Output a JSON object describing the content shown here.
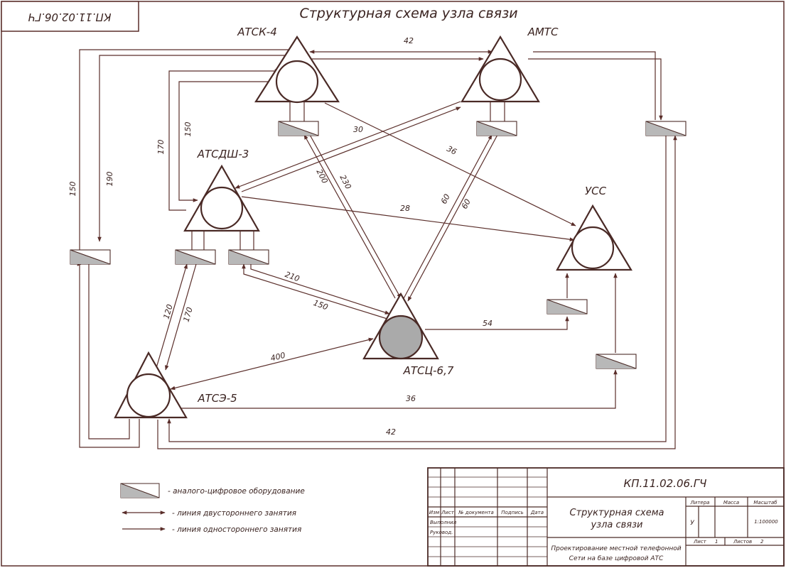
{
  "header": {
    "title": "Структурная схема узла связи",
    "stamp_mirrored": "КП.11.02.06.ГЧ"
  },
  "colors": {
    "line": "#5a2e2a",
    "device_fill": "#b8b8b8",
    "node_fill_digital": "#aaaaaa",
    "paper": "#ffffff"
  },
  "nodes": {
    "atsk4": "АТСК-4",
    "amts": "АМТС",
    "atsdsh3": "АТСДШ-3",
    "uss": "УСС",
    "atsts67": "АТСЦ-6,7",
    "atse5": "АТСЭ-5"
  },
  "links": {
    "atsk4_amts": "42",
    "amts_atsdsh": "30",
    "atsk4_uss": "36",
    "atsdsh_uss": "28",
    "atsk4_atsts_a": "200",
    "atsk4_atsts_b": "230",
    "amts_atsts_a": "60",
    "amts_atsts_b": "60",
    "atsdsh_atsts_a": "210",
    "atsdsh_atsts_b": "150",
    "atsts_uss": "54",
    "atsts_atse": "400",
    "atsdsh_atse_a": "120",
    "atsdsh_atse_b": "170",
    "atse_uss": "36",
    "atse_amts": "42",
    "atsk4_atse_outer": "150",
    "atsk4_atse_inner": "190",
    "atsk4_atsdsh_outer": "170",
    "atsk4_atsdsh_inner": "150"
  },
  "legend": {
    "equipment": "- аналого-цифровое оборудование",
    "two_way": "- линия двустороннего занятия",
    "one_way": "- линия одностороннего занятия"
  },
  "title_block": {
    "code": "КП.11.02.06.ГЧ",
    "col_izm": "Изм",
    "col_list": "Лист",
    "col_doc": "№ документа",
    "col_sign": "Подпись",
    "col_date": "Дата",
    "row_vypolnil": "Выполнил",
    "row_rukovod": "Руковод.",
    "drawing_title_1": "Структурная схема",
    "drawing_title_2": "узла связи",
    "litera_h": "Литера",
    "massa_h": "Масса",
    "masshtab_h": "Масштаб",
    "litera_v": "У",
    "masshtab_v": "1:100000",
    "list_h": "Лист",
    "list_v": "1",
    "listov_h": "Листов",
    "listov_v": "2",
    "project_1": "Проектирование местной телефонной",
    "project_2": "Сети на базе цифровой АТС"
  }
}
